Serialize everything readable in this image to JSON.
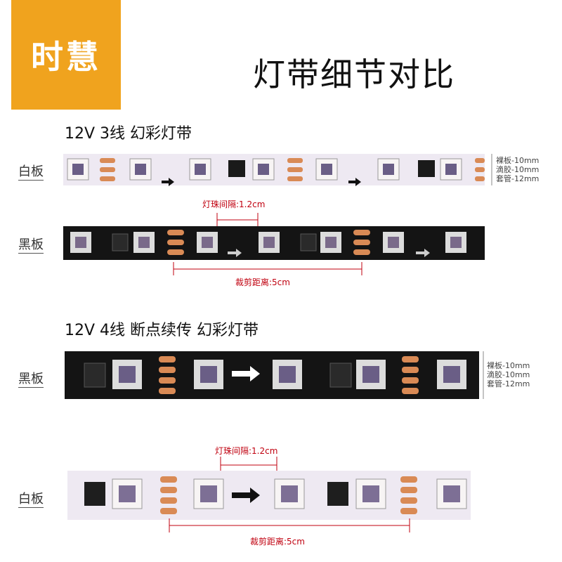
{
  "brand": "时慧",
  "title": "灯带细节对比",
  "section1": {
    "heading": "12V 3线 幻彩灯带",
    "white_label": "白板",
    "black_label": "黑板",
    "spec_lines": [
      "裸板-10mm",
      "滴胶-10mm",
      "套管-12mm"
    ],
    "pitch_label": "灯珠间隔:1.2cm",
    "cut_label": "裁剪距离:5cm"
  },
  "section2": {
    "heading": "12V 4线 断点续传 幻彩灯带",
    "black_label": "黑板",
    "white_label": "白板",
    "spec_lines": [
      "裸板-10mm",
      "滴胶-10mm",
      "套管-12mm"
    ],
    "pitch_label": "灯珠间隔:1.2cm",
    "cut_label": "裁剪距离:5cm"
  },
  "colors": {
    "brand_bg": "#f0a31e",
    "white_board": "#eee9f2",
    "black_board": "#141414",
    "pad": "#d98a55",
    "dimension_red": "#c0000f"
  }
}
